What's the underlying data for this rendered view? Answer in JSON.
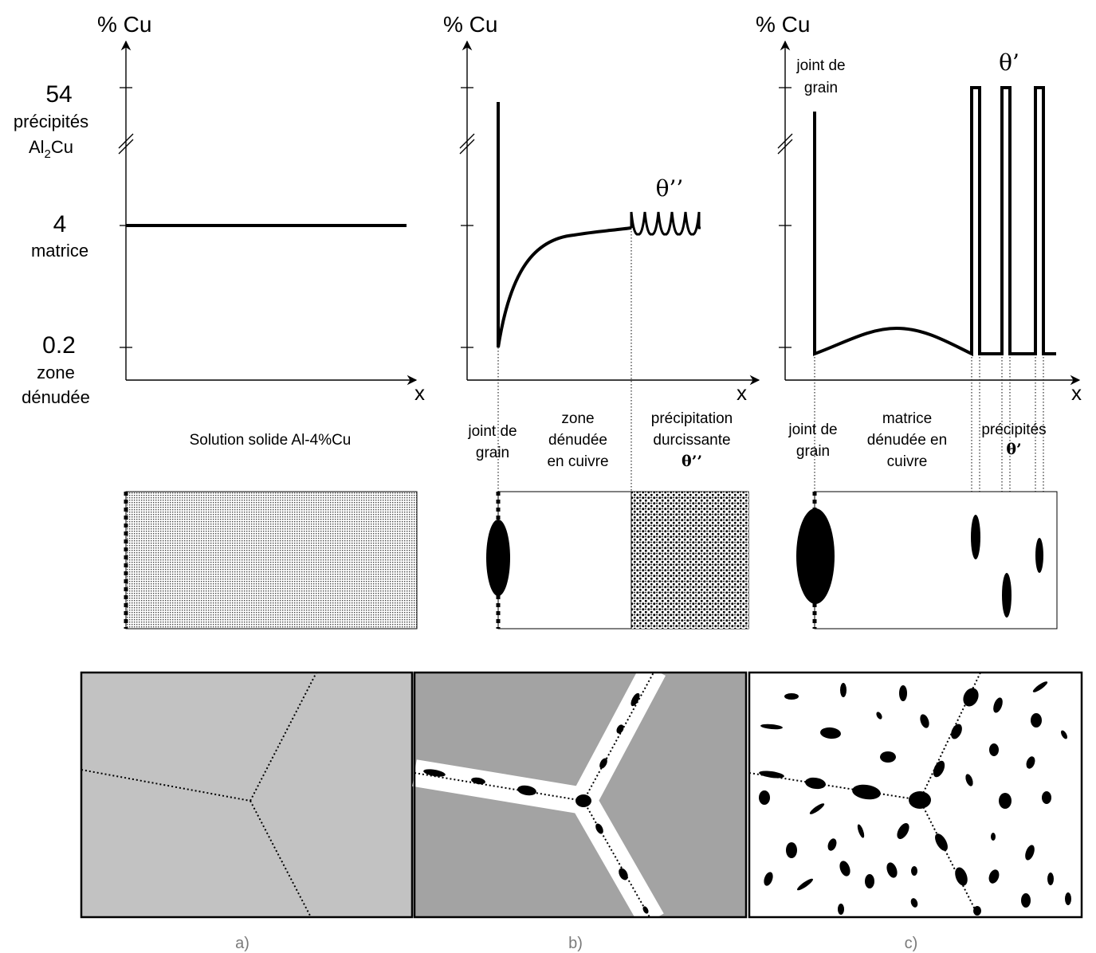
{
  "y_axis_label": "% Cu",
  "x_axis_label": "x",
  "y_levels": [
    {
      "value": "54",
      "caption": "précipités",
      "caption2_main": "Al",
      "caption2_sub": "2",
      "caption2_tail": "Cu"
    },
    {
      "value": "4",
      "caption": "matrice"
    },
    {
      "value": "0.2",
      "caption": "zone",
      "caption2": "dénudée"
    }
  ],
  "panel_a": {
    "caption": "Solution solide Al-4%Cu",
    "letter": "a)"
  },
  "panel_b": {
    "theta_label": "θ’’",
    "annotations": [
      {
        "lines": [
          "joint de",
          "grain"
        ]
      },
      {
        "lines": [
          "zone",
          "dénudée",
          "en cuivre"
        ]
      },
      {
        "lines": [
          "précipitation",
          "durcissante",
          "θ’’"
        ]
      }
    ],
    "letter": "b)"
  },
  "panel_c": {
    "theta_label": "θ’",
    "grain_boundary_label": [
      "joint de",
      "grain"
    ],
    "annotations": [
      {
        "lines": [
          "joint de",
          "grain"
        ]
      },
      {
        "lines": [
          "matrice",
          "dénudée en",
          "cuivre"
        ]
      },
      {
        "lines": [
          "précipités",
          "θ’"
        ]
      }
    ],
    "letter": "c)"
  },
  "colors": {
    "ink": "#000000",
    "matrix_a": "#c2c2c2",
    "matrix_b": "#a3a3a3",
    "letter": "#7a7a7a"
  }
}
